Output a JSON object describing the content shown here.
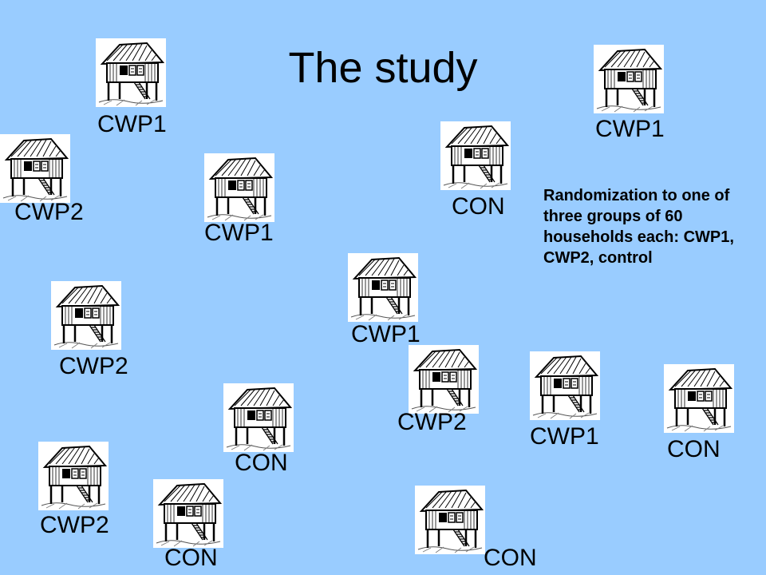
{
  "title": "The study",
  "note": "Randomization to one of three groups of 60 households each: CWP1, CWP2, control",
  "icon": "stilt-house-icon",
  "colors": {
    "background": "#99ccff",
    "text": "#000000",
    "house_bg": "#ffffff"
  },
  "houses": [
    {
      "label": "CWP1"
    },
    {
      "label": "CWP1"
    },
    {
      "label": "CON"
    },
    {
      "label": "CWP2"
    },
    {
      "label": "CWP1"
    },
    {
      "label": "CWP1"
    },
    {
      "label": "CWP2"
    },
    {
      "label": "CWP2"
    },
    {
      "label": "CWP1"
    },
    {
      "label": "CON"
    },
    {
      "label": "CON"
    },
    {
      "label": "CWP2"
    },
    {
      "label": "CON"
    },
    {
      "label": "CON"
    }
  ]
}
